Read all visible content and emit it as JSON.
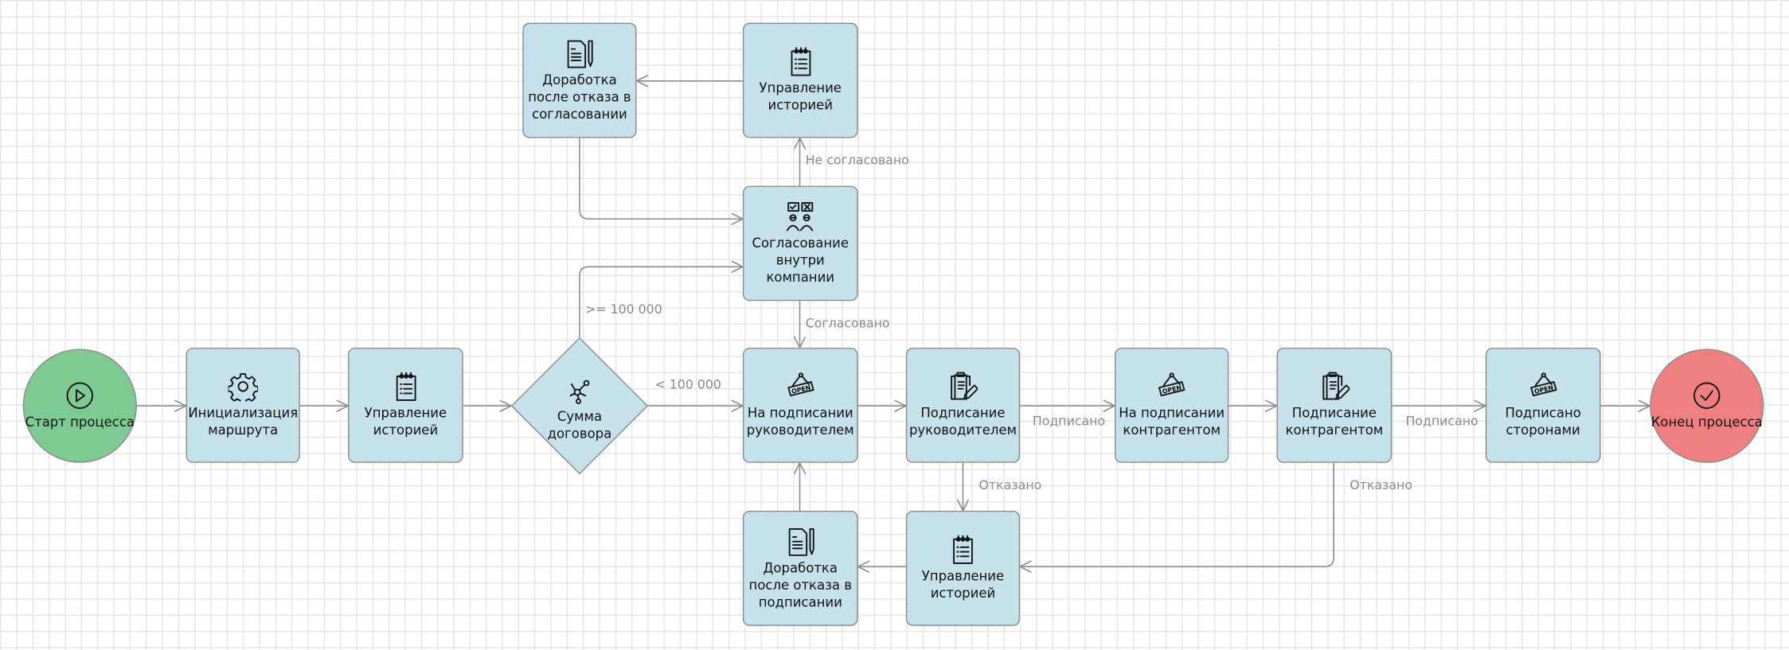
{
  "colors": {
    "task_fill": "#c4e1ec",
    "start_fill": "#7dca92",
    "end_fill": "#f08080",
    "edge": "#8a8a8a",
    "border": "#8c8c8c"
  },
  "nodes": [
    {
      "id": "start",
      "type": "start",
      "icon": "play-circle-icon",
      "lines": [
        "Старт процесса"
      ]
    },
    {
      "id": "init",
      "type": "task",
      "icon": "gear-icon",
      "lines": [
        "Инициализация",
        "маршрута"
      ]
    },
    {
      "id": "hist1",
      "type": "task",
      "icon": "notepad-icon",
      "lines": [
        "Управление",
        "историей"
      ]
    },
    {
      "id": "sum",
      "type": "gateway",
      "icon": "network-icon",
      "lines": [
        "Сумма",
        "договора"
      ]
    },
    {
      "id": "approve",
      "type": "task",
      "icon": "approval-people-icon",
      "lines": [
        "Согласование",
        "внутри",
        "компании"
      ]
    },
    {
      "id": "hist2",
      "type": "task",
      "icon": "notepad-icon",
      "lines": [
        "Управление",
        "историей"
      ]
    },
    {
      "id": "rework1",
      "type": "task",
      "icon": "document-pencil-icon",
      "lines": [
        "Доработка",
        "после отказа в",
        "согласовании"
      ]
    },
    {
      "id": "onsignmgr",
      "type": "task",
      "icon": "open-sign-icon",
      "lines": [
        "На подписании",
        "руководителем"
      ]
    },
    {
      "id": "signmgr",
      "type": "task",
      "icon": "clipboard-pencil-icon",
      "lines": [
        "Подписание",
        "руководителем"
      ]
    },
    {
      "id": "onsignctr",
      "type": "task",
      "icon": "open-sign-icon",
      "lines": [
        "На подписании",
        "контрагентом"
      ]
    },
    {
      "id": "signctr",
      "type": "task",
      "icon": "clipboard-pencil-icon",
      "lines": [
        "Подписание",
        "контрагентом"
      ]
    },
    {
      "id": "signed",
      "type": "task",
      "icon": "open-sign-icon",
      "lines": [
        "Подписано",
        "сторонами"
      ]
    },
    {
      "id": "end",
      "type": "end",
      "icon": "check-circle-icon",
      "lines": [
        "Конец процесса"
      ]
    },
    {
      "id": "rework2",
      "type": "task",
      "icon": "document-pencil-icon",
      "lines": [
        "Доработка",
        "после отказа в",
        "подписании"
      ]
    },
    {
      "id": "hist3",
      "type": "task",
      "icon": "notepad-icon",
      "lines": [
        "Управление",
        "историей"
      ]
    }
  ],
  "edge_labels": {
    "lt": "< 100 000",
    "gte": ">= 100 000",
    "approved": "Согласовано",
    "notapproved": "Не согласовано",
    "signed1": "Подписано",
    "signed2": "Подписано",
    "refused1": "Отказано",
    "refused2": "Отказано"
  }
}
